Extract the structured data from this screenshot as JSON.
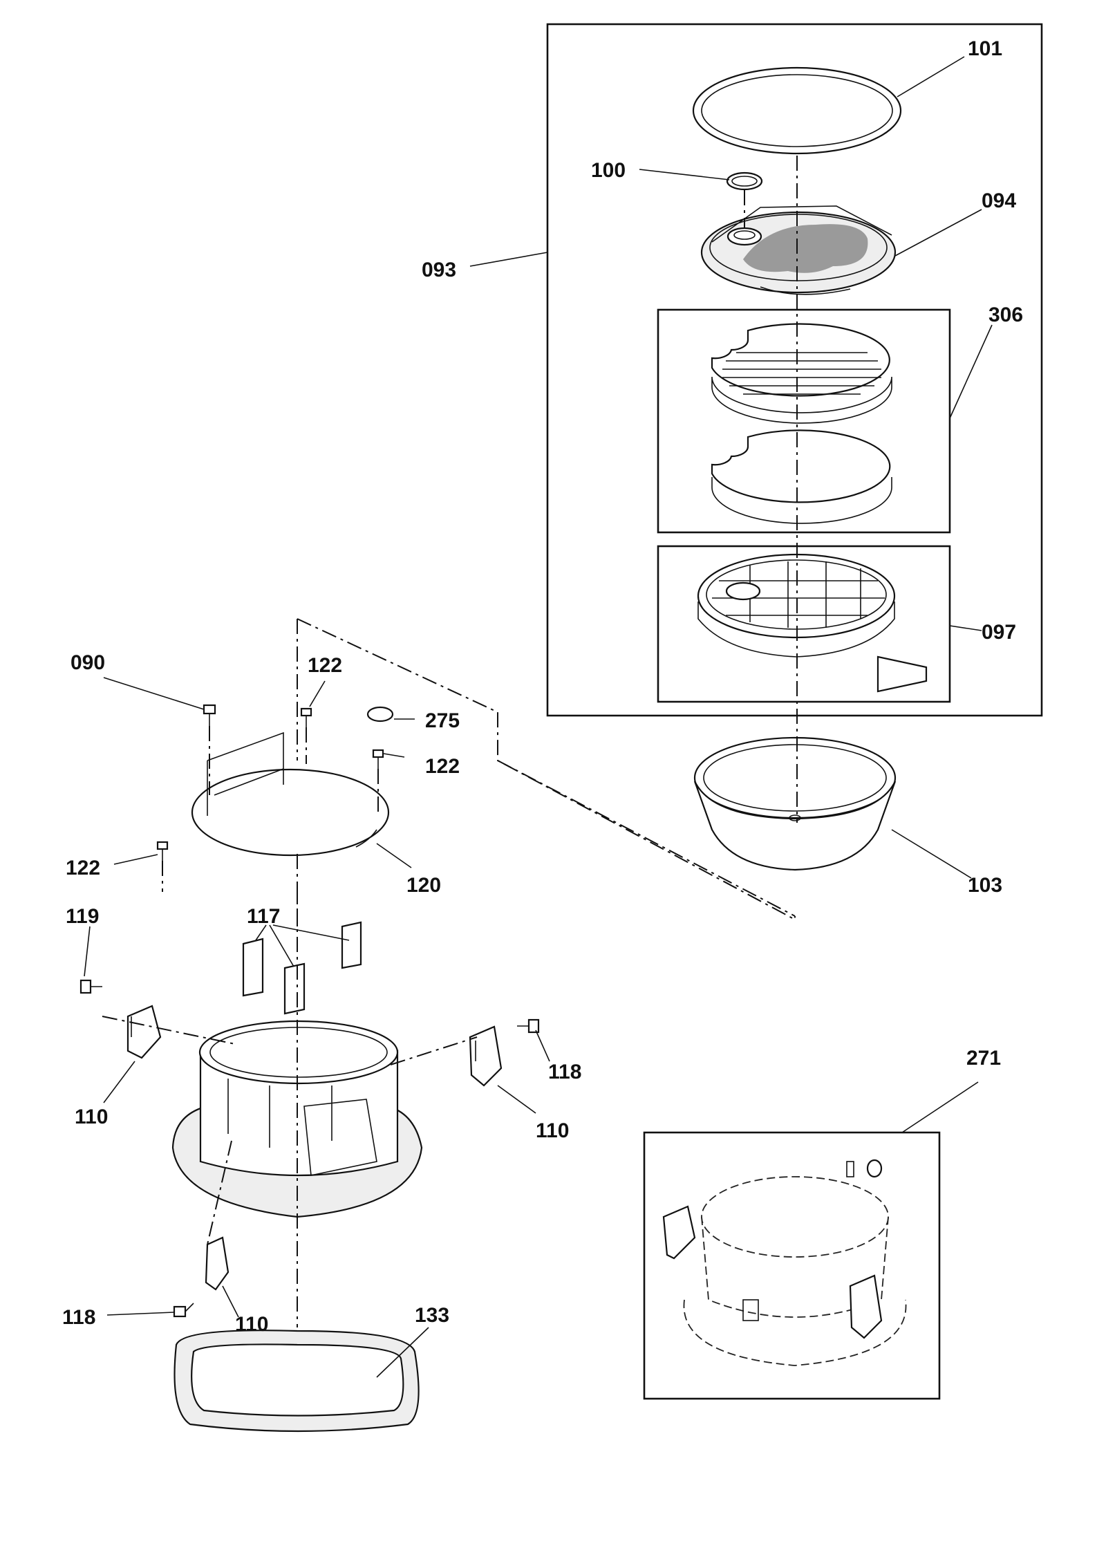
{
  "diagram": {
    "type": "exploded-parts-view",
    "callouts": {
      "p090": "090",
      "p093": "093",
      "p094": "094",
      "p097": "097",
      "p100": "100",
      "p101": "101",
      "p103": "103",
      "p110a": "110",
      "p110b": "110",
      "p110c": "110",
      "p117": "117",
      "p118a": "118",
      "p118b": "118",
      "p119": "119",
      "p120": "120",
      "p122a": "122",
      "p122b": "122",
      "p122c": "122",
      "p133": "133",
      "p271": "271",
      "p275": "275",
      "p306": "306"
    },
    "colors": {
      "line": "#111111",
      "background": "#ffffff",
      "fill": "#eeeeee",
      "mesh": "#9a9a9a"
    }
  }
}
